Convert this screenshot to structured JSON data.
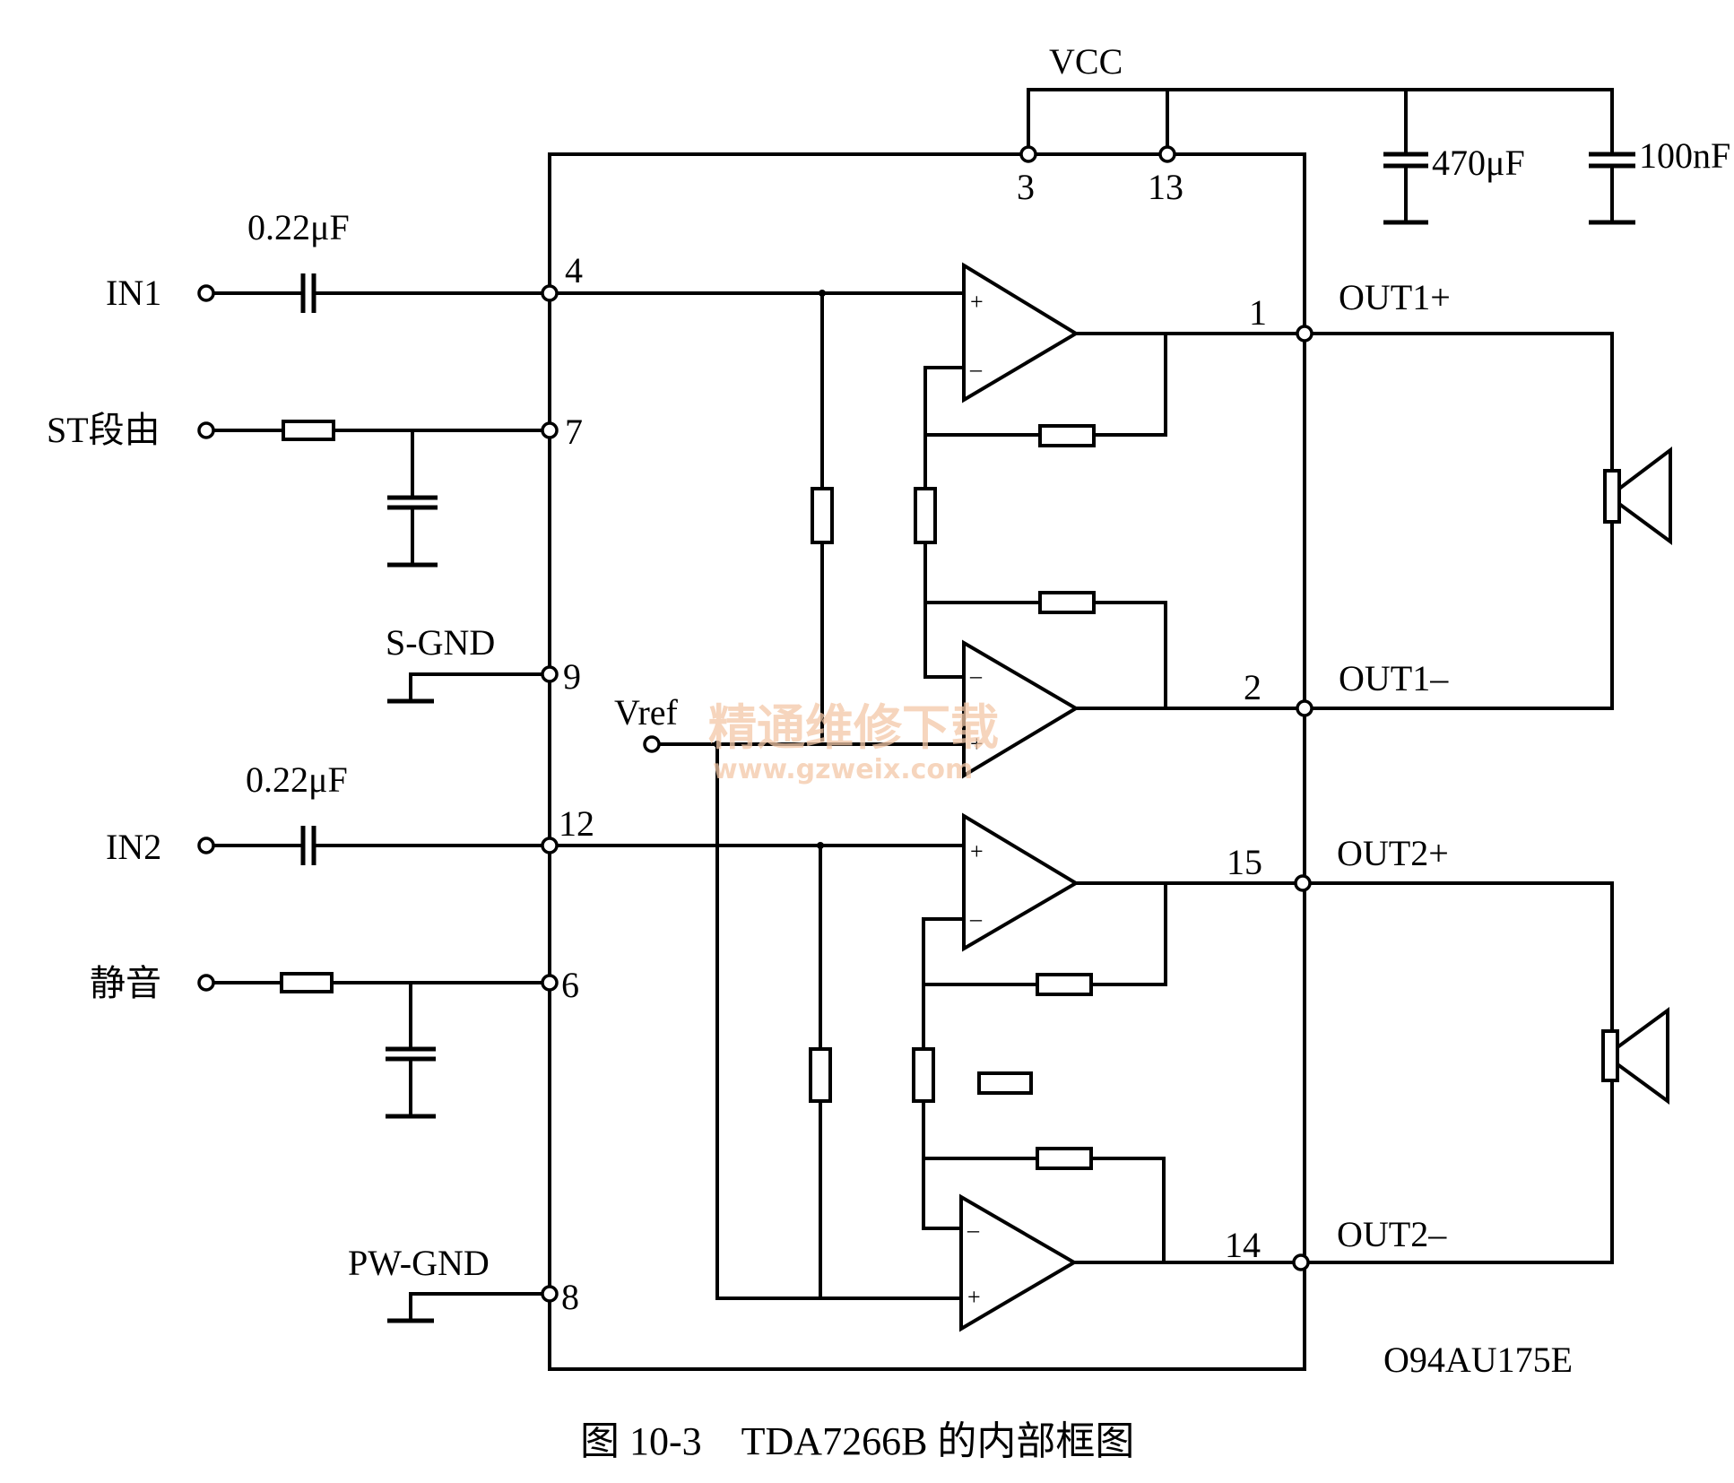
{
  "labels": {
    "vcc": "VCC",
    "cap_in1": "0.22μF",
    "cap_in2": "0.22μF",
    "cap_470": "470μF",
    "cap_100": "100nF",
    "in1": "IN1",
    "in2": "IN2",
    "st_by": "ST段由",
    "mute": "静音",
    "s_gnd": "S-GND",
    "pw_gnd": "PW-GND",
    "vref": "Vref",
    "out1p": "OUT1+",
    "out1m": "OUT1–",
    "out2p": "OUT2+",
    "out2m": "OUT2–",
    "part_code": "O94AU175E",
    "caption": "图 10-3　TDA7266B 的内部框图",
    "plus": "+",
    "minus": "–"
  },
  "pins": {
    "p3": "3",
    "p13": "13",
    "p4": "4",
    "p7": "7",
    "p9": "9",
    "p12": "12",
    "p6": "6",
    "p8": "8",
    "p1": "1",
    "p2": "2",
    "p15": "15",
    "p14": "14"
  },
  "watermark": {
    "title": "精通维修下载",
    "url": "www.gzweix.com"
  }
}
